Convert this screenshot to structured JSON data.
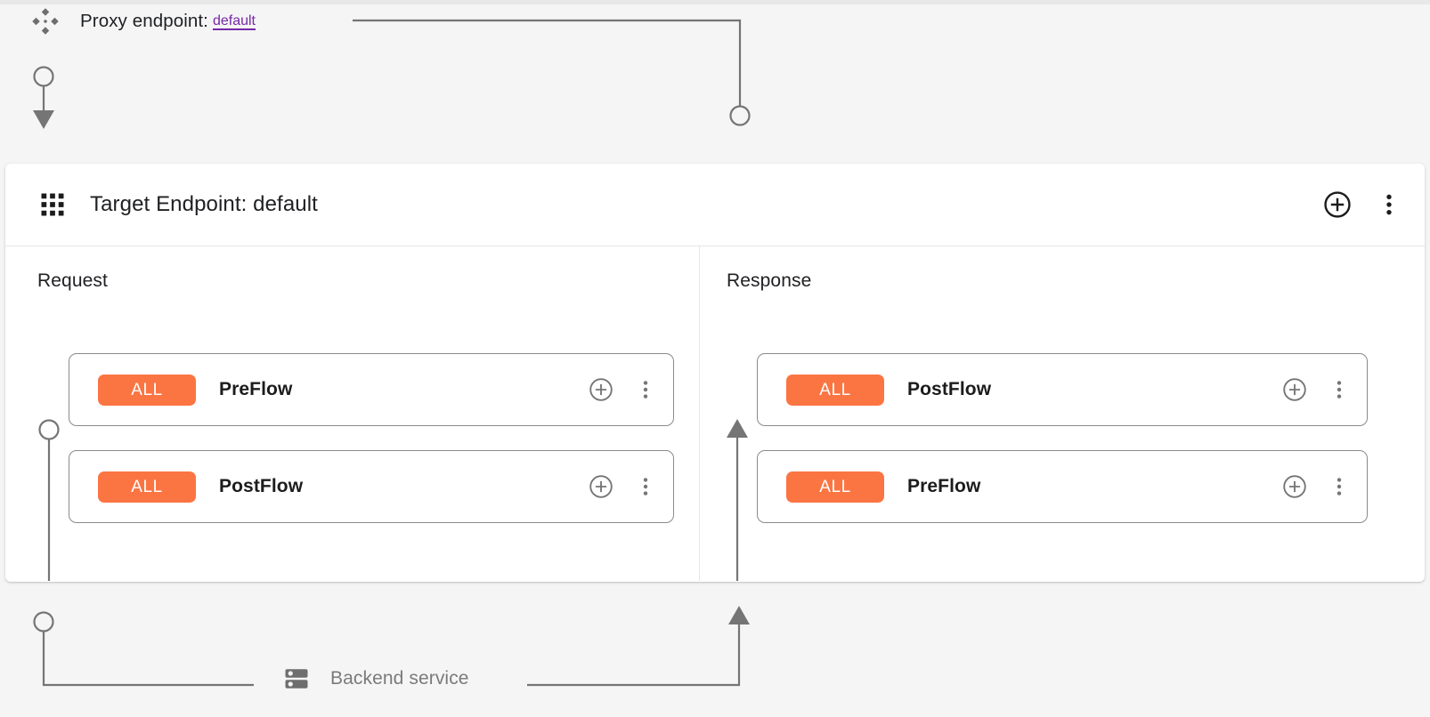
{
  "page": {
    "background_color": "#f5f5f5"
  },
  "proxy": {
    "icon": "diamond-cluster-icon",
    "label": "Proxy endpoint:",
    "link_text": "default",
    "link_color": "#7627a8"
  },
  "endpoint_card": {
    "icon": "apps-grid-icon",
    "title": "Target Endpoint: default",
    "actions": [
      {
        "name": "add-circle-icon",
        "label": "Add"
      },
      {
        "name": "more-vert-icon",
        "label": "More options"
      }
    ]
  },
  "panes": [
    {
      "key": "request",
      "label": "Request",
      "direction": "down",
      "flows": [
        {
          "badge": "ALL",
          "name": "PreFlow",
          "badge_color": "#fb7543"
        },
        {
          "badge": "ALL",
          "name": "PostFlow",
          "badge_color": "#fb7543"
        }
      ]
    },
    {
      "key": "response",
      "label": "Response",
      "direction": "up",
      "flows": [
        {
          "badge": "ALL",
          "name": "PostFlow",
          "badge_color": "#fb7543"
        },
        {
          "badge": "ALL",
          "name": "PreFlow",
          "badge_color": "#fb7543"
        }
      ]
    }
  ],
  "backend": {
    "icon": "server-rack-icon",
    "label": "Backend service"
  },
  "colors": {
    "connector": "#757575",
    "card_border": "#8a8a8a",
    "divider": "#e6e6e6",
    "accent_orange": "#fb7543",
    "link_purple": "#7627a8",
    "text_primary": "#202124",
    "text_muted": "#7a7a7a"
  }
}
